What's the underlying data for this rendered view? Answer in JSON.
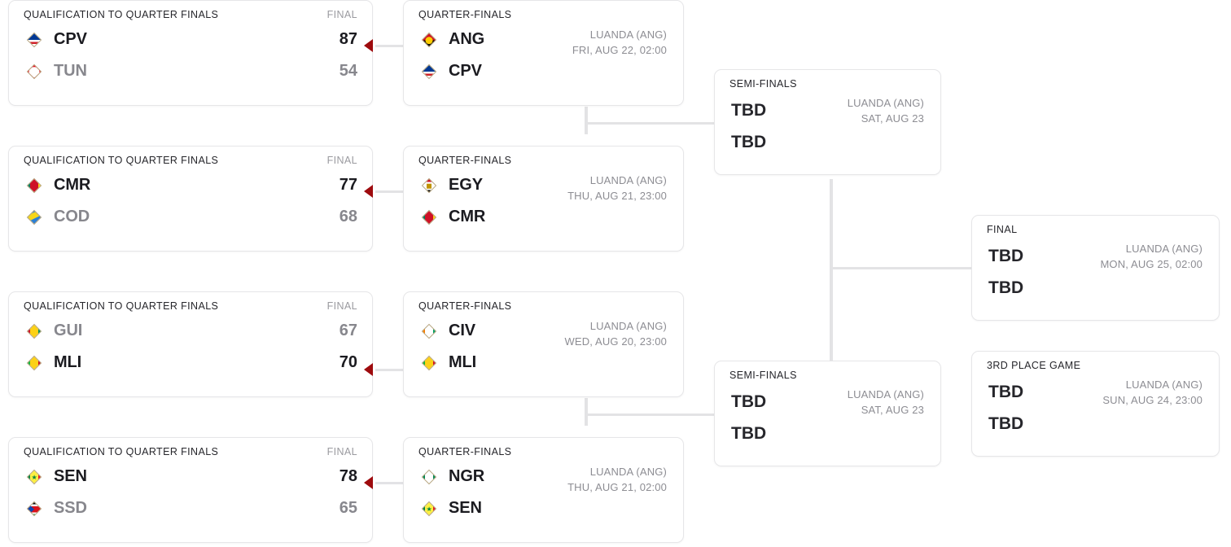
{
  "labels": {
    "qualification": "QUALIFICATION TO QUARTER FINALS",
    "final_col": "FINAL",
    "quarter_finals": "QUARTER-FINALS",
    "semi_finals": "SEMI-FINALS",
    "final": "FINAL",
    "third_place": "3RD PLACE GAME",
    "tbd": "TBD"
  },
  "colors": {
    "winner_arrow": "#9e0b0e",
    "connector": "#e3e3e5",
    "card_border": "#e6e6e8",
    "text_primary": "#1b1b20",
    "text_muted": "#87878d"
  },
  "qualification": [
    {
      "title": "QUALIFICATION TO QUARTER FINALS",
      "status": "FINAL",
      "rows": [
        {
          "flag": "flag-cpv",
          "team": "CPV",
          "score": "87",
          "winner": true
        },
        {
          "flag": "flag-tun",
          "team": "TUN",
          "score": "54",
          "winner": false
        }
      ]
    },
    {
      "title": "QUALIFICATION TO QUARTER FINALS",
      "status": "FINAL",
      "rows": [
        {
          "flag": "flag-cmr",
          "team": "CMR",
          "score": "77",
          "winner": true
        },
        {
          "flag": "flag-cod",
          "team": "COD",
          "score": "68",
          "winner": false
        }
      ]
    },
    {
      "title": "QUALIFICATION TO QUARTER FINALS",
      "status": "FINAL",
      "rows": [
        {
          "flag": "flag-gui",
          "team": "GUI",
          "score": "67",
          "winner": false
        },
        {
          "flag": "flag-mli",
          "team": "MLI",
          "score": "70",
          "winner": true
        }
      ]
    },
    {
      "title": "QUALIFICATION TO QUARTER FINALS",
      "status": "FINAL",
      "rows": [
        {
          "flag": "flag-sen",
          "team": "SEN",
          "score": "78",
          "winner": true
        },
        {
          "flag": "flag-ssd",
          "team": "SSD",
          "score": "65",
          "winner": false
        }
      ]
    }
  ],
  "quarter_finals": [
    {
      "title": "QUARTER-FINALS",
      "venue": "LUANDA (ANG)",
      "datetime": "FRI, AUG 22, 02:00",
      "rows": [
        {
          "flag": "flag-ang",
          "team": "ANG"
        },
        {
          "flag": "flag-cpv",
          "team": "CPV"
        }
      ]
    },
    {
      "title": "QUARTER-FINALS",
      "venue": "LUANDA (ANG)",
      "datetime": "THU, AUG 21, 23:00",
      "rows": [
        {
          "flag": "flag-egy",
          "team": "EGY"
        },
        {
          "flag": "flag-cmr",
          "team": "CMR"
        }
      ]
    },
    {
      "title": "QUARTER-FINALS",
      "venue": "LUANDA (ANG)",
      "datetime": "WED, AUG 20, 23:00",
      "rows": [
        {
          "flag": "flag-civ",
          "team": "CIV"
        },
        {
          "flag": "flag-mli",
          "team": "MLI"
        }
      ]
    },
    {
      "title": "QUARTER-FINALS",
      "venue": "LUANDA (ANG)",
      "datetime": "THU, AUG 21, 02:00",
      "rows": [
        {
          "flag": "flag-ngr",
          "team": "NGR"
        },
        {
          "flag": "flag-sen",
          "team": "SEN"
        }
      ]
    }
  ],
  "semi_finals": [
    {
      "title": "SEMI-FINALS",
      "venue": "LUANDA (ANG)",
      "datetime": "SAT, AUG 23",
      "rows": [
        {
          "team": "TBD"
        },
        {
          "team": "TBD"
        }
      ]
    },
    {
      "title": "SEMI-FINALS",
      "venue": "LUANDA (ANG)",
      "datetime": "SAT, AUG 23",
      "rows": [
        {
          "team": "TBD"
        },
        {
          "team": "TBD"
        }
      ]
    }
  ],
  "final": {
    "title": "FINAL",
    "venue": "LUANDA (ANG)",
    "datetime": "MON, AUG 25, 02:00",
    "rows": [
      {
        "team": "TBD"
      },
      {
        "team": "TBD"
      }
    ]
  },
  "third_place": {
    "title": "3RD PLACE GAME",
    "venue": "LUANDA (ANG)",
    "datetime": "SUN, AUG 24, 23:00",
    "rows": [
      {
        "team": "TBD"
      },
      {
        "team": "TBD"
      }
    ]
  }
}
